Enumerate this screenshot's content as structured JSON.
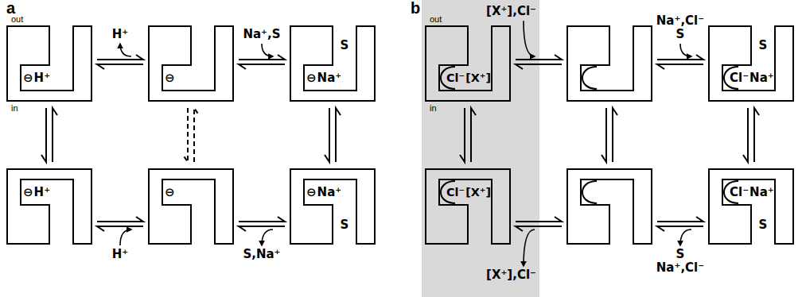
{
  "diagram": {
    "nodes": [
      {
        "text": [
          "⊖",
          "H⁺"
        ]
      },
      {
        "text": [
          "⊖"
        ]
      },
      {
        "text": [
          "S",
          "⊖",
          "Na⁺"
        ]
      },
      {
        "text": [
          "⊖",
          "H⁺"
        ]
      },
      {
        "text": [
          "⊖"
        ]
      },
      {
        "text": [
          "⊖",
          "Na⁺",
          "S"
        ]
      },
      {
        "text": [
          "Cl⁻",
          "[X⁺]"
        ]
      },
      {
        "text": []
      },
      {
        "text": [
          "S",
          "Cl⁻",
          "Na⁺"
        ]
      },
      {
        "text": [
          "Cl⁻",
          "[X⁺]"
        ]
      },
      {
        "text": []
      },
      {
        "text": [
          "Cl⁻",
          "Na⁺",
          "S"
        ]
      }
    ],
    "edges": [
      {
        "from": 0,
        "to": 1,
        "arrow": "both",
        "label": "H⁺"
      },
      {
        "from": 1,
        "to": 2,
        "arrow": "both",
        "label": "Na⁺,S"
      },
      {
        "from": 0,
        "to": 3,
        "arrow": "both"
      },
      {
        "from": 1,
        "to": 4,
        "arrow": "both"
      },
      {
        "from": 2,
        "to": 5,
        "arrow": "both"
      },
      {
        "from": 3,
        "to": 4,
        "arrow": "both",
        "label": "H⁺"
      },
      {
        "from": 4,
        "to": 5,
        "arrow": "both",
        "label": "S,Na⁺"
      },
      {
        "from": 6,
        "to": 7,
        "arrow": "both",
        "label": "[X⁺],Cl⁻"
      },
      {
        "from": 7,
        "to": 8,
        "arrow": "both",
        "label": "Na⁺,Cl⁻ S"
      },
      {
        "from": 6,
        "to": 9,
        "arrow": "both"
      },
      {
        "from": 7,
        "to": 10,
        "arrow": "both"
      },
      {
        "from": 8,
        "to": 11,
        "arrow": "both"
      },
      {
        "from": 9,
        "to": 10,
        "arrow": "both",
        "label": "[X⁺],Cl⁻"
      },
      {
        "from": 10,
        "to": 11,
        "arrow": "both",
        "label": "S Na⁺,Cl⁻"
      }
    ],
    "labels": [
      "a",
      "b",
      "out",
      "in",
      "out",
      "in"
    ]
  }
}
